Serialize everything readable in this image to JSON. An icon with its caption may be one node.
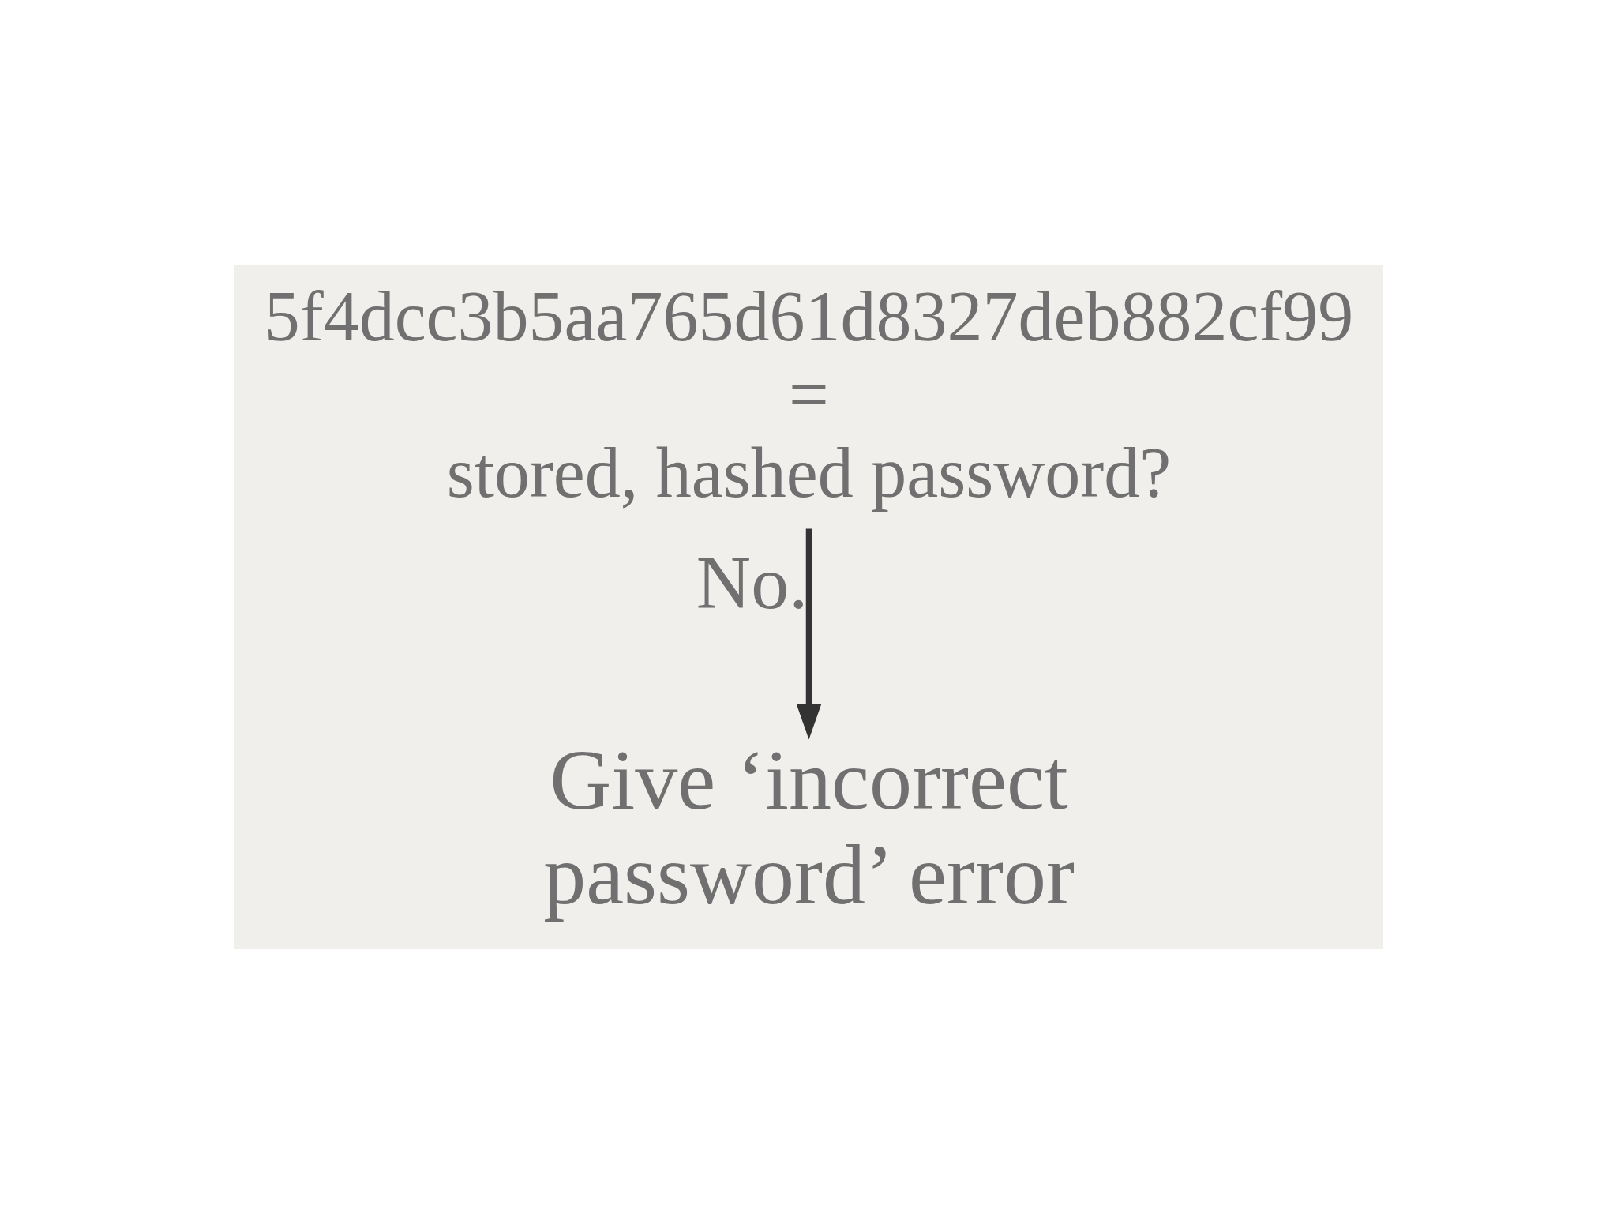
{
  "diagram": {
    "nodes": [
      {
        "text": [
          "5f4dcc3b5aa765d61d8327deb882cf99",
          "=",
          "stored, hashed password?"
        ]
      },
      {
        "text": [
          "Give ‘incorrect password’ error"
        ]
      }
    ],
    "edges": [
      {
        "from": 0,
        "to": 1,
        "arrow": "to",
        "label": "No."
      }
    ]
  }
}
